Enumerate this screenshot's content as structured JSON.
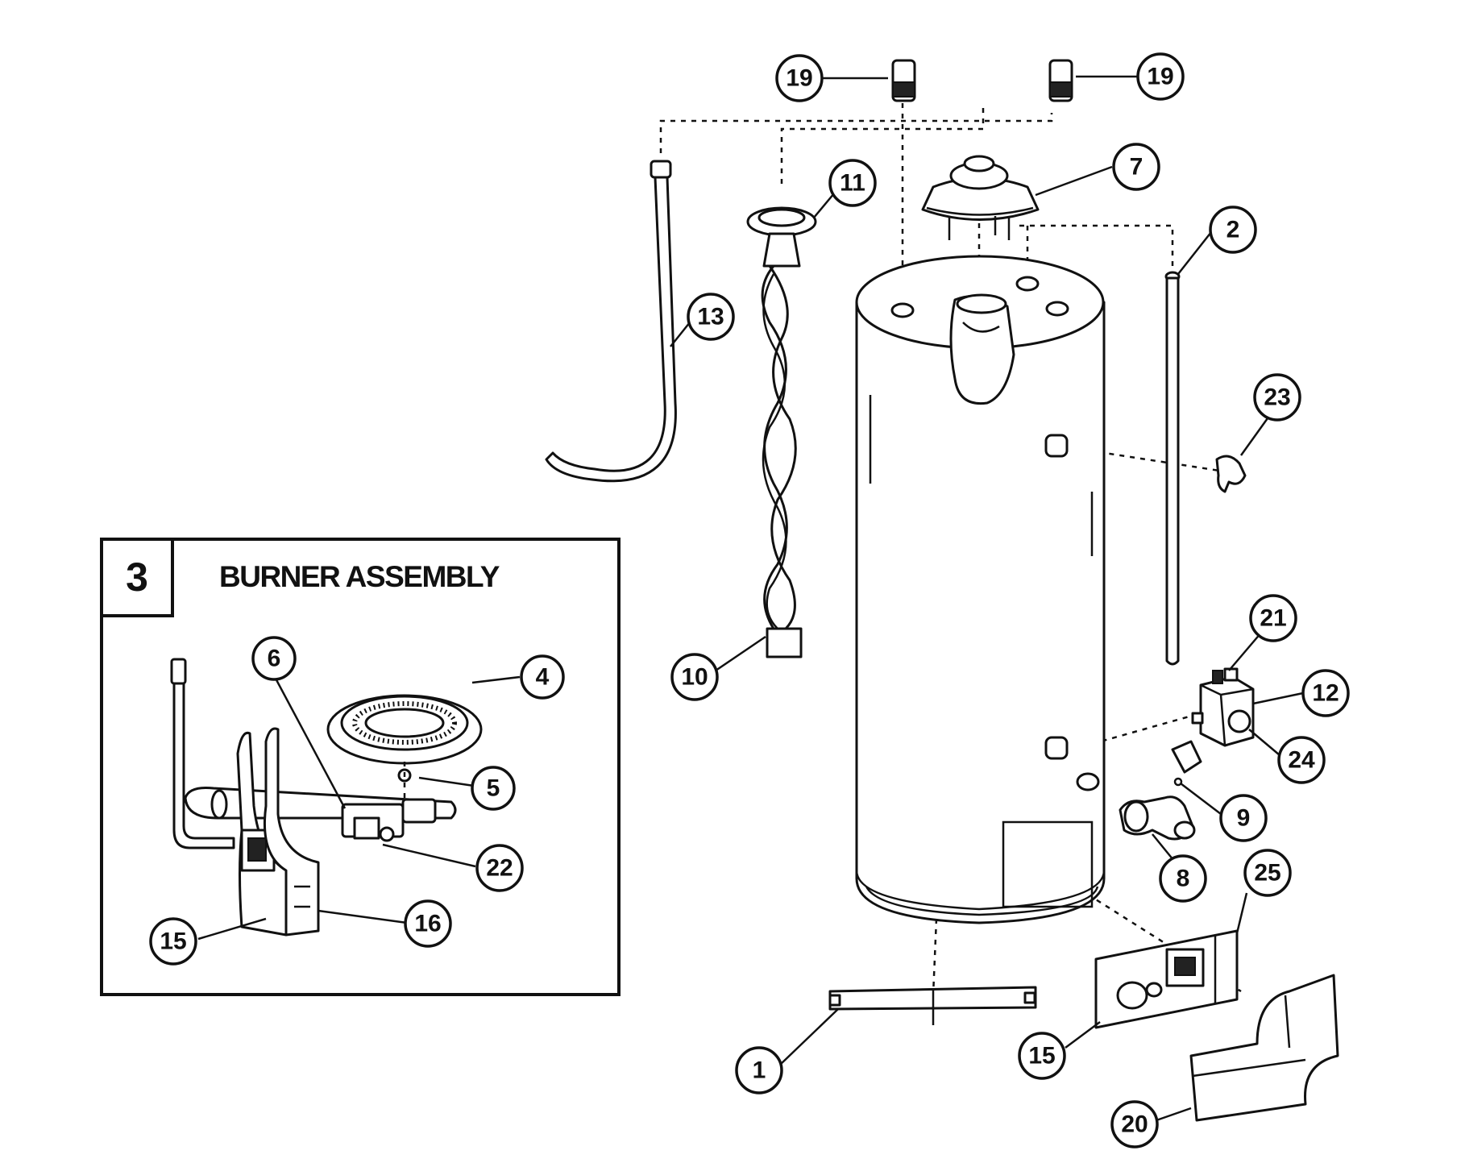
{
  "inset": {
    "number": "3",
    "title": "BURNER ASSEMBLY"
  },
  "callouts": {
    "c19a": "19",
    "c19b": "19",
    "c7": "7",
    "c11": "11",
    "c13": "13",
    "c2": "2",
    "c23": "23",
    "c21": "21",
    "c12": "12",
    "c24": "24",
    "c10": "10",
    "c9": "9",
    "c8": "8",
    "c25": "25",
    "c15a": "15",
    "c1": "1",
    "c20": "20",
    "c6": "6",
    "c4": "4",
    "c5": "5",
    "c22": "22",
    "c16": "16",
    "c15b": "15"
  }
}
